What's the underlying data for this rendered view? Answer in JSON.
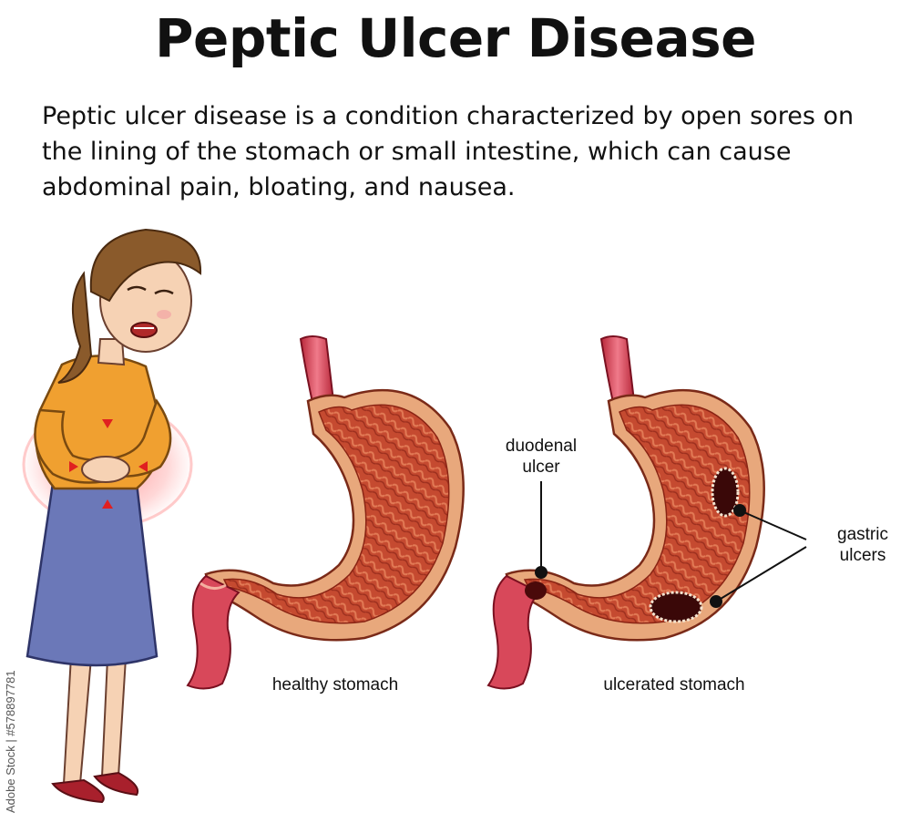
{
  "title": "Peptic Ulcer Disease",
  "description": "Peptic ulcer disease is a condition characterized by open sores on the lining of the stomach or small intestine, which can cause abdominal pain, bloating, and nausea.",
  "labels": {
    "healthy": "healthy stomach",
    "ulcerated": "ulcerated stomach",
    "duodenal_line1": "duodenal",
    "duodenal_line2": "ulcer",
    "gastric_line1": "gastric",
    "gastric_line2": "ulcers"
  },
  "watermark": "Adobe Stock | #578897781",
  "colors": {
    "stomach_outer": "#c9432f",
    "stomach_lining": "#e8a87c",
    "shirt": "#f0a030",
    "skirt": "#6b78b8",
    "hair": "#8a5a2b"
  }
}
